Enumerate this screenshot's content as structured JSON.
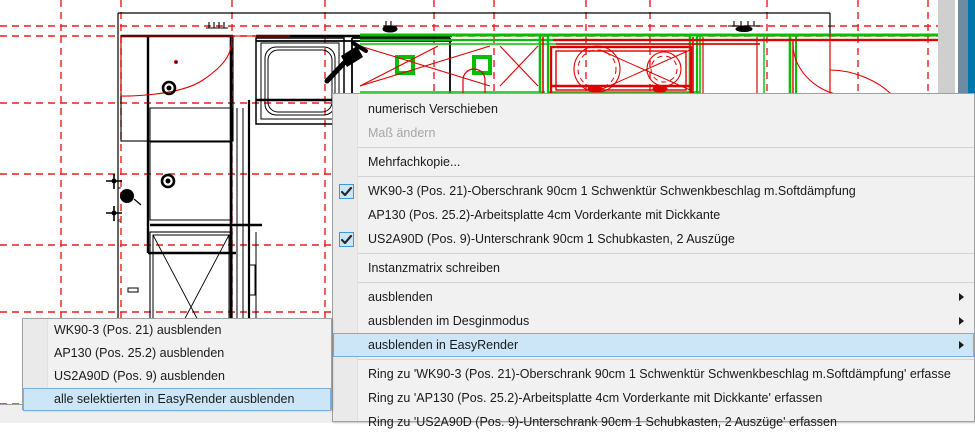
{
  "app": {
    "canvas_name": "cad-floorplan-viewport",
    "colors": {
      "grid": "#ee1c1c",
      "wall": "#000000",
      "selection": "#00c000",
      "annotation": "#dd0000",
      "menu_bg": "#f1f1f1",
      "menu_gutter": "#eaeaea",
      "highlight_bg": "#cde6f7",
      "highlight_border": "#7aaede",
      "checkbox_border": "#3c99d4",
      "panel_blue": "#0077ab",
      "panel_steel": "#6e8ba4",
      "panel_gray": "#cfcfcf"
    }
  },
  "context_menu": {
    "name": "object-context-menu",
    "groups": [
      {
        "items": [
          {
            "label": "numerisch Verschieben",
            "kind": "command",
            "disabled": false,
            "checkbox": null,
            "submenu": false,
            "highlighted": false
          },
          {
            "label": "Maß ändern",
            "kind": "command",
            "disabled": true,
            "checkbox": null,
            "submenu": false,
            "highlighted": false
          }
        ]
      },
      {
        "items": [
          {
            "label": "Mehrfachkopie...",
            "kind": "command",
            "disabled": false,
            "checkbox": null,
            "submenu": false,
            "highlighted": false
          }
        ]
      },
      {
        "items": [
          {
            "label": "WK90-3 (Pos. 21)-Oberschrank 90cm 1 Schwenktür Schwenkbeschlag m.Softdämpfung",
            "kind": "checkitem",
            "disabled": false,
            "checkbox": true,
            "submenu": false,
            "highlighted": false
          },
          {
            "label": "AP130 (Pos. 25.2)-Arbeitsplatte 4cm Vorderkante mit Dickkante",
            "kind": "checkitem",
            "disabled": false,
            "checkbox": false,
            "submenu": false,
            "highlighted": false
          },
          {
            "label": "US2A90D (Pos. 9)-Unterschrank 90cm 1 Schubkasten, 2 Auszüge",
            "kind": "checkitem",
            "disabled": false,
            "checkbox": true,
            "submenu": false,
            "highlighted": false
          }
        ]
      },
      {
        "items": [
          {
            "label": "Instanzmatrix schreiben",
            "kind": "command",
            "disabled": false,
            "checkbox": null,
            "submenu": false,
            "highlighted": false
          }
        ]
      },
      {
        "items": [
          {
            "label": "ausblenden",
            "kind": "submenu",
            "disabled": false,
            "checkbox": null,
            "submenu": true,
            "highlighted": false
          },
          {
            "label": "ausblenden im Desginmodus",
            "kind": "submenu",
            "disabled": false,
            "checkbox": null,
            "submenu": true,
            "highlighted": false
          },
          {
            "label": "ausblenden in EasyRender",
            "kind": "submenu",
            "disabled": false,
            "checkbox": null,
            "submenu": true,
            "highlighted": true
          }
        ]
      },
      {
        "items": [
          {
            "label": "Ring zu 'WK90-3 (Pos. 21)-Oberschrank 90cm 1 Schwenktür Schwenkbeschlag m.Softdämpfung' erfassen",
            "kind": "command",
            "disabled": false,
            "checkbox": null,
            "submenu": false,
            "highlighted": false
          },
          {
            "label": "Ring zu 'AP130 (Pos. 25.2)-Arbeitsplatte 4cm Vorderkante mit Dickkante' erfassen",
            "kind": "command",
            "disabled": false,
            "checkbox": null,
            "submenu": false,
            "highlighted": false
          },
          {
            "label": "Ring zu 'US2A90D (Pos. 9)-Unterschrank 90cm 1 Schubkasten, 2 Auszüge' erfassen",
            "kind": "command",
            "disabled": false,
            "checkbox": null,
            "submenu": false,
            "highlighted": false
          }
        ]
      }
    ]
  },
  "submenu": {
    "name": "ausblenden-in-easyrender-submenu",
    "items": [
      {
        "label": "WK90-3 (Pos. 21) ausblenden",
        "highlighted": false
      },
      {
        "label": "AP130 (Pos. 25.2) ausblenden",
        "highlighted": false
      },
      {
        "label": "US2A90D (Pos. 9) ausblenden",
        "highlighted": false
      },
      {
        "label": "alle selektierten in EasyRender ausblenden",
        "highlighted": true
      }
    ]
  }
}
